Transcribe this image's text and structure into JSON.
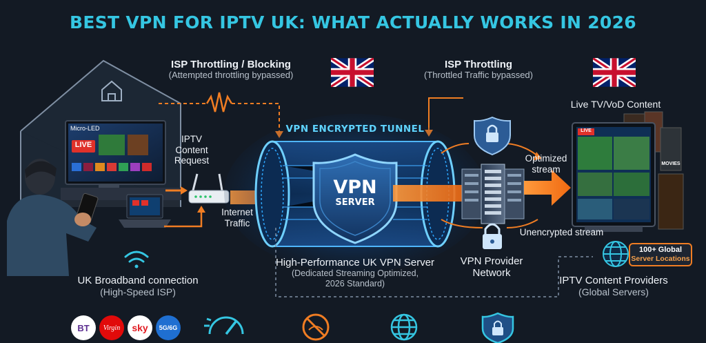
{
  "title": "BEST VPN FOR IPTV UK: WHAT ACTUALLY WORKS IN 2026",
  "isp_left": {
    "title": "ISP Throttling / Blocking",
    "sub": "(Attempted throttling bypassed)"
  },
  "isp_right": {
    "title": "ISP Throttling",
    "sub": "(Throttled Traffic bypassed)"
  },
  "tv_brand": "Micro-LED",
  "tv_live": "LIVE",
  "request": {
    "line1": "IPTV",
    "line2": "Content",
    "line3": "Request"
  },
  "internet": {
    "line1": "Internet",
    "line2": "Traffic"
  },
  "tunnel": "VPN ENCRYPTED TUNNEL",
  "shield": {
    "line1": "VPN",
    "line2": "SERVER"
  },
  "server_caption": {
    "title": "High-Performance UK VPN Server",
    "sub1": "(Dedicated Streaming Optimized,",
    "sub2": "2026 Standard)"
  },
  "provider": {
    "line1": "VPN Provider",
    "line2": "Network"
  },
  "content_label": "Live TV/VoD Content",
  "optimized": {
    "line1": "Optimized",
    "line2": "stream"
  },
  "unencrypted": "Unencrypted stream",
  "global_badge": {
    "line1": "100+ Global",
    "line2": "Server Locations"
  },
  "iptv_providers": {
    "title": "IPTV Content Providers",
    "sub": "(Global Servers)"
  },
  "broadband": {
    "title": "UK Broadband connection",
    "sub": "(High-Speed ISP)"
  },
  "isps": [
    {
      "label": "BT",
      "color": "#5b2d90"
    },
    {
      "label": "Virgin",
      "color": "#e10a0a"
    },
    {
      "label": "sky",
      "color": "#e11b22"
    },
    {
      "label": "5G/6G",
      "color": "#1f6fd1"
    }
  ],
  "monitor_labels": {
    "live": "LIVE",
    "movies": "MOVIES"
  },
  "colors": {
    "accent": "#35c6e2",
    "orange": "#f07d23",
    "tunnel_glow": "#1f8dff"
  },
  "icons": [
    "house-icon",
    "wifi-icon",
    "router-icon",
    "lock-icon",
    "server-rack-icon",
    "globe-icon",
    "speedometer-icon",
    "no-throttle-icon",
    "shield-icon",
    "uk-flag-icon"
  ]
}
